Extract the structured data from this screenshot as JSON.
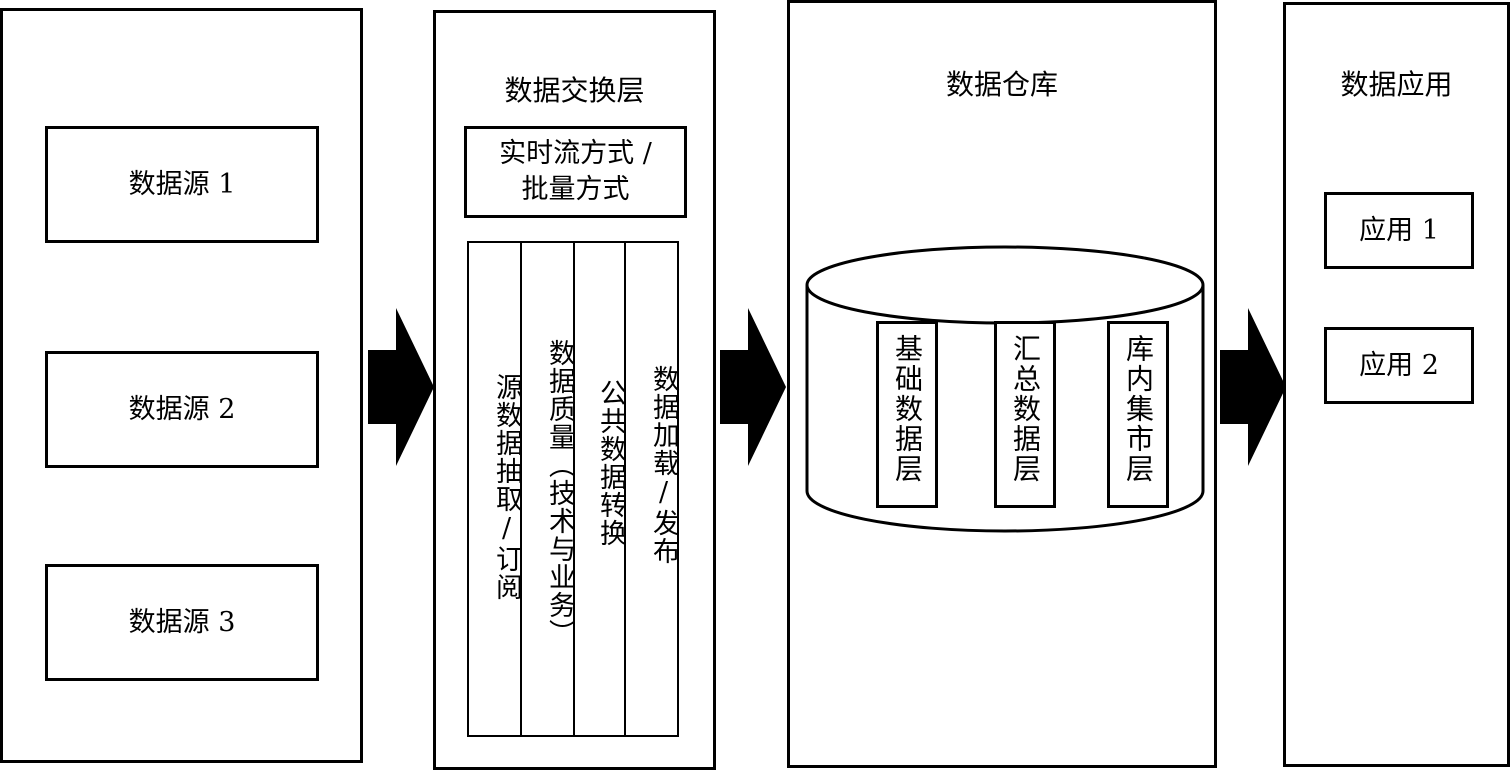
{
  "sources": {
    "items": [
      "数据源 1",
      "数据源 2",
      "数据源 3"
    ]
  },
  "exchange": {
    "title": "数据交换层",
    "mode_line1": "实时流方式 /",
    "mode_line2": "批量方式",
    "columns": [
      "源数据抽取/订阅",
      "数据质量（技术与业务）",
      "公共数据转换",
      "数据加载/发布"
    ]
  },
  "warehouse": {
    "title": "数据仓库",
    "layers": [
      "基础数据层",
      "汇总数据层",
      "库内集市层"
    ]
  },
  "application": {
    "title": "数据应用",
    "items": [
      "应用 1",
      "应用 2"
    ]
  }
}
